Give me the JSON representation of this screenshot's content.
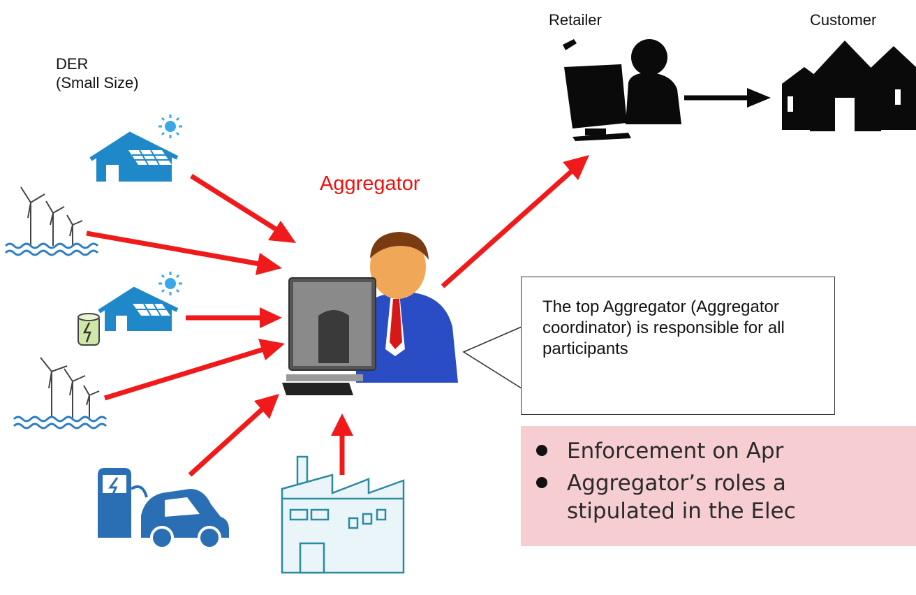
{
  "labels": {
    "retailer": "Retailer",
    "customer": "Customer",
    "der_line1": "DER",
    "der_line2": "(Small Size)",
    "aggregator": "Aggregator"
  },
  "callout": {
    "text": "The top Aggregator (Aggregator coordinator) is responsible for all participants"
  },
  "bullets": [
    "Enforcement on Apr",
    "Aggregator’s roles a",
    "stipulated in the Elec"
  ],
  "colors": {
    "arrow": "#f01a1a",
    "aggregator_label": "#f01010",
    "der_icon": "#1e88c8",
    "sun": "#3aa8e8",
    "highlight_box": "#f6cdd1"
  },
  "icons": [
    "house-solar-icon",
    "wind-turbine-icon",
    "house-solar-battery-icon",
    "wind-turbine-icon",
    "ev-charger-icon",
    "factory-icon",
    "aggregator-person-icon",
    "retailer-person-icon",
    "houses-icon"
  ]
}
